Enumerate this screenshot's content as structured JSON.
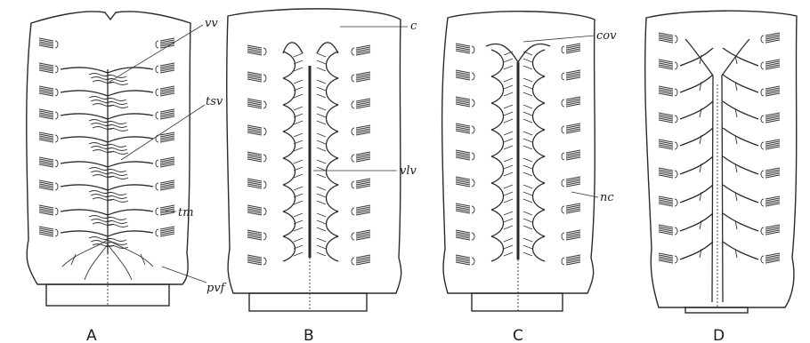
{
  "figure": {
    "panels": [
      {
        "id": "A",
        "label": "A"
      },
      {
        "id": "B",
        "label": "B"
      },
      {
        "id": "C",
        "label": "C"
      },
      {
        "id": "D",
        "label": "D"
      }
    ],
    "labels": {
      "vv": "vv",
      "tsv": "tsv",
      "tm": "tm",
      "pvf": "pvf",
      "c": "c",
      "vlv": "vlv",
      "cov": "cov",
      "nc": "nc"
    }
  }
}
